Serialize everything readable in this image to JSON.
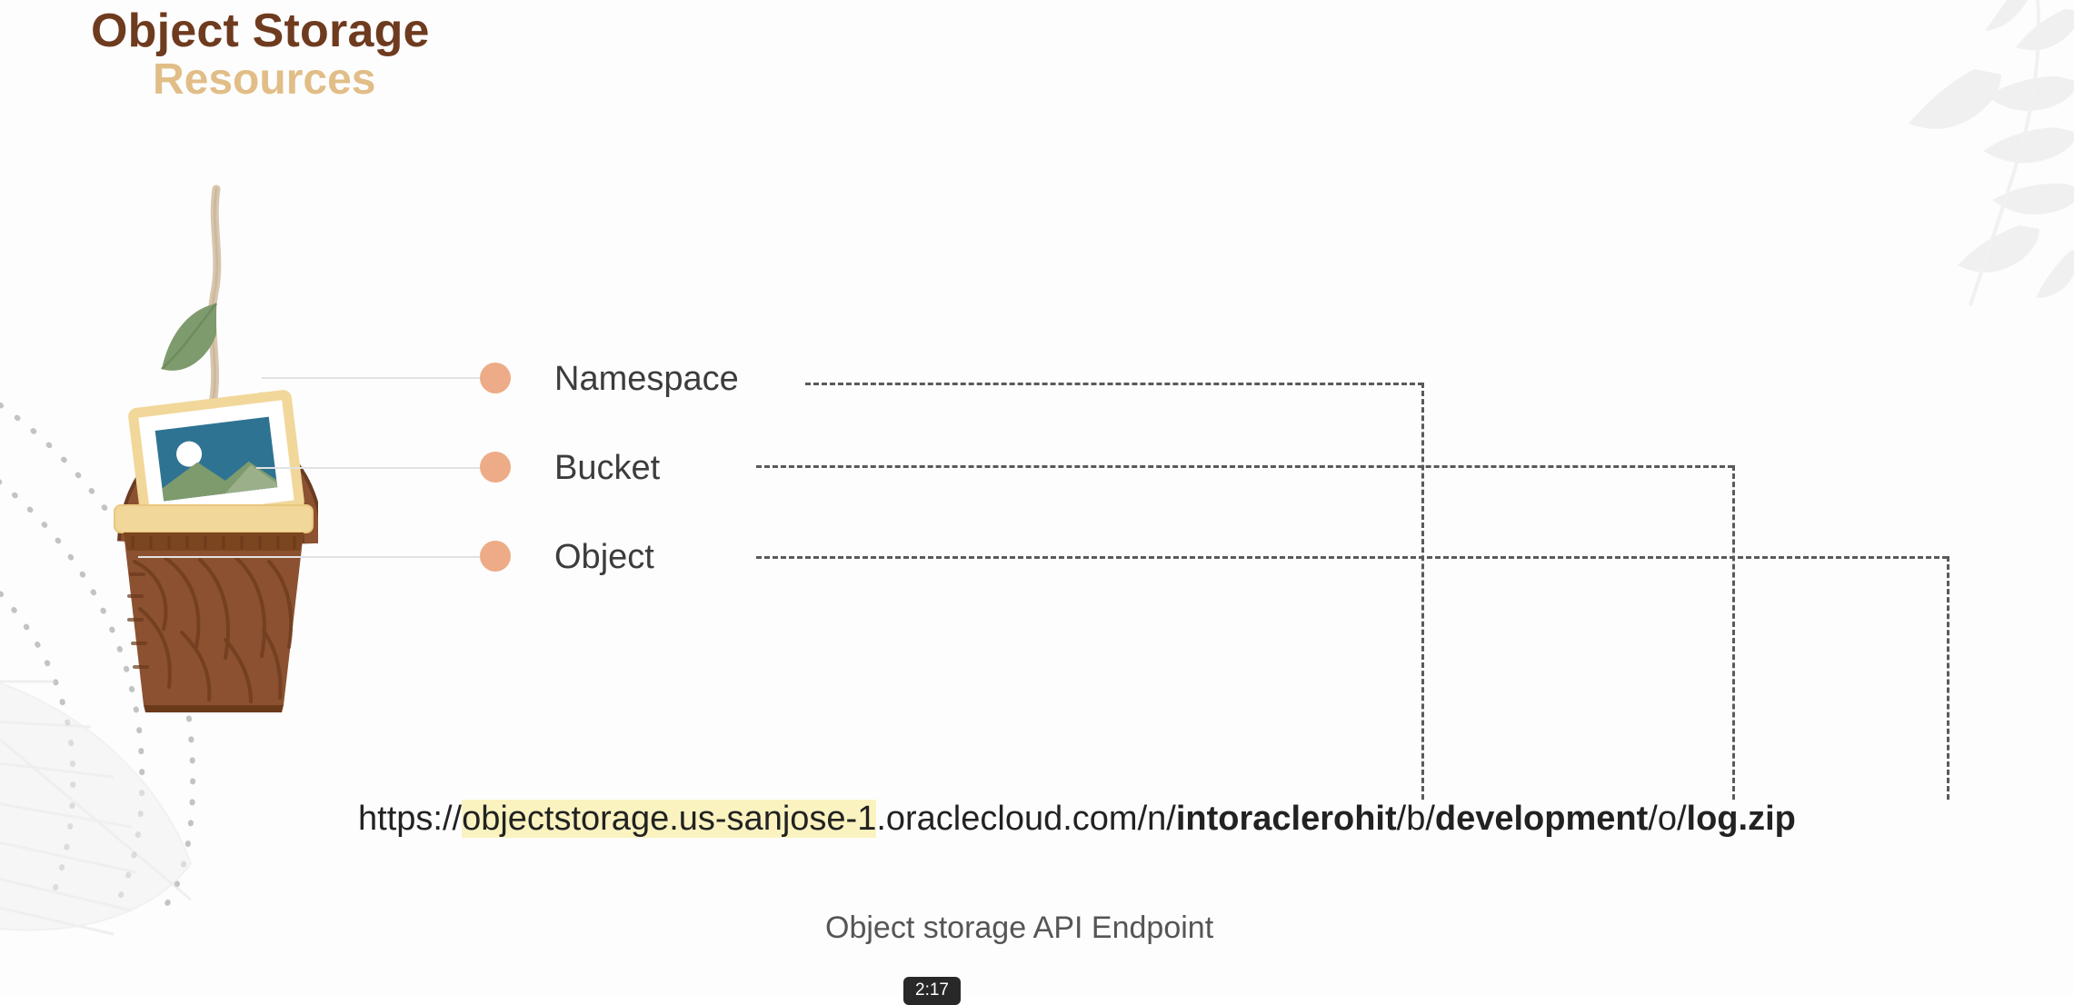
{
  "slide": {
    "title_main": "Object Storage",
    "title_sub": "Resources",
    "caption": "Object storage API Endpoint"
  },
  "nodes": [
    {
      "label": "Namespace",
      "dot_color": "#EDAB87"
    },
    {
      "label": "Bucket",
      "dot_color": "#EDAB87"
    },
    {
      "label": "Object",
      "dot_color": "#EDAB87"
    }
  ],
  "url": {
    "scheme": "https://",
    "region_host": "objectstorage.us-sanjose-1",
    "domain": ".oraclecloud.com",
    "namespace_path": "/n/",
    "namespace_value": "intoraclerohit",
    "bucket_path": "/b/",
    "bucket_value": "development",
    "object_path": "/o/",
    "object_value": "log.zip",
    "highlight_color": "#FAF3C0"
  },
  "player": {
    "timestamp": "2:17"
  },
  "colors": {
    "title_primary": "#6E3B1F",
    "title_accent": "#E1BE87",
    "dot": "#EDAB87",
    "connector": "#5A5A5A",
    "leader": "#E2E2E2",
    "label_text": "#3C3C3C"
  }
}
